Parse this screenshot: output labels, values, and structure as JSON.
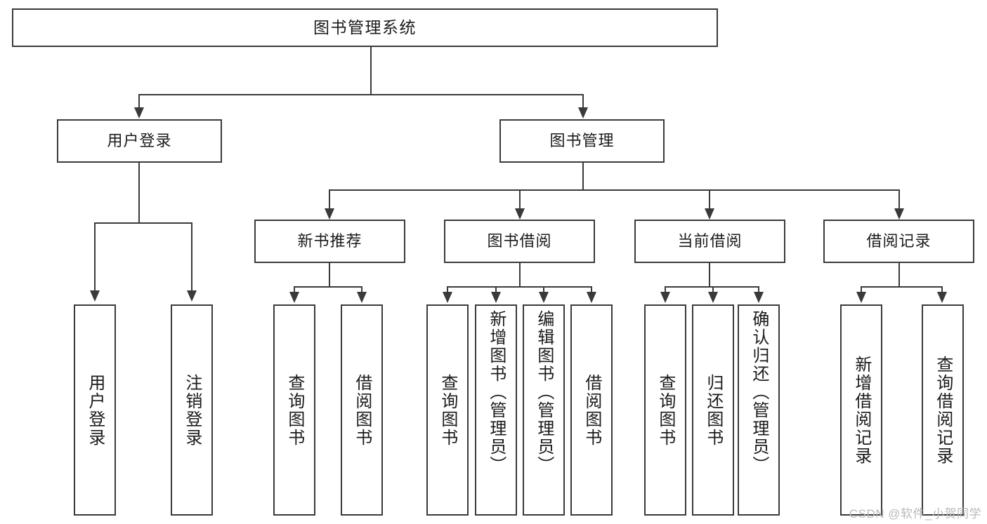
{
  "diagram": {
    "title": "图书管理系统",
    "type": "hierarchy-tree",
    "levels": 4,
    "root": {
      "label": "图书管理系统"
    },
    "level2": [
      {
        "label": "用户登录"
      },
      {
        "label": "图书管理"
      }
    ],
    "level3": [
      {
        "label": "新书推荐"
      },
      {
        "label": "图书借阅"
      },
      {
        "label": "当前借阅"
      },
      {
        "label": "借阅记录"
      }
    ],
    "leaves": {
      "user_login": [
        {
          "label": "用户登录"
        },
        {
          "label": "注销登录"
        }
      ],
      "new_book_recommend": [
        {
          "label": "查询图书"
        },
        {
          "label": "借阅图书"
        }
      ],
      "book_borrow": [
        {
          "label": "查询图书"
        },
        {
          "label": "新增图书（管理员）"
        },
        {
          "label": "编辑图书（管理员）"
        },
        {
          "label": "借阅图书"
        }
      ],
      "current_borrow": [
        {
          "label": "查询图书"
        },
        {
          "label": "归还图书"
        },
        {
          "label": "确认归还（管理员）"
        }
      ],
      "borrow_record": [
        {
          "label": "新增借阅记录"
        },
        {
          "label": "查询借阅记录"
        }
      ]
    }
  },
  "watermark": {
    "text": "CSDN @软件_小贺同学"
  },
  "colors": {
    "stroke": "#3a3a3a",
    "background": "#ffffff",
    "text": "#1b1b1b",
    "watermark": "#b9b9b9"
  }
}
